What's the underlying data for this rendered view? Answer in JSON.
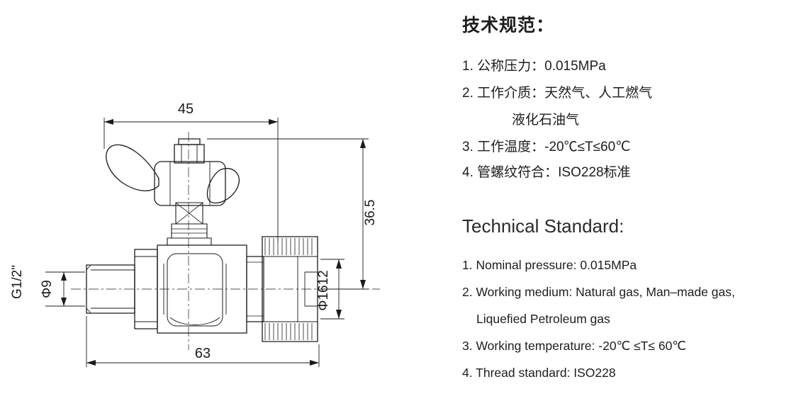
{
  "page": {
    "background": "#ffffff",
    "ink": "#1b1b1b"
  },
  "drawing": {
    "dims": {
      "top_width": "45",
      "side_height": "36.5",
      "bottom_width": "63",
      "thread_left": "G1/2\"",
      "bore_left": "Φ9",
      "bore_right": "Φ1612"
    }
  },
  "specs_cn": {
    "title": "技术规范：",
    "line1": "1. 公称压力：0.015MPa",
    "line2": "2. 工作介质：天然气、人工燃气",
    "line2b": "液化石油气",
    "line3": "3. 工作温度：-20℃≤T≤60℃",
    "line4": "4. 管螺纹符合：ISO228标准"
  },
  "specs_en": {
    "title": "Technical Standard:",
    "line1": "1. Nominal pressure: 0.015MPa",
    "line2": "2. Working medium: Natural gas, Man–made gas,",
    "line2b": "Liquefied Petroleum gas",
    "line3": "3. Working temperature: -20℃ ≤T≤ 60℃",
    "line4": "4. Thread standard: ISO228"
  }
}
